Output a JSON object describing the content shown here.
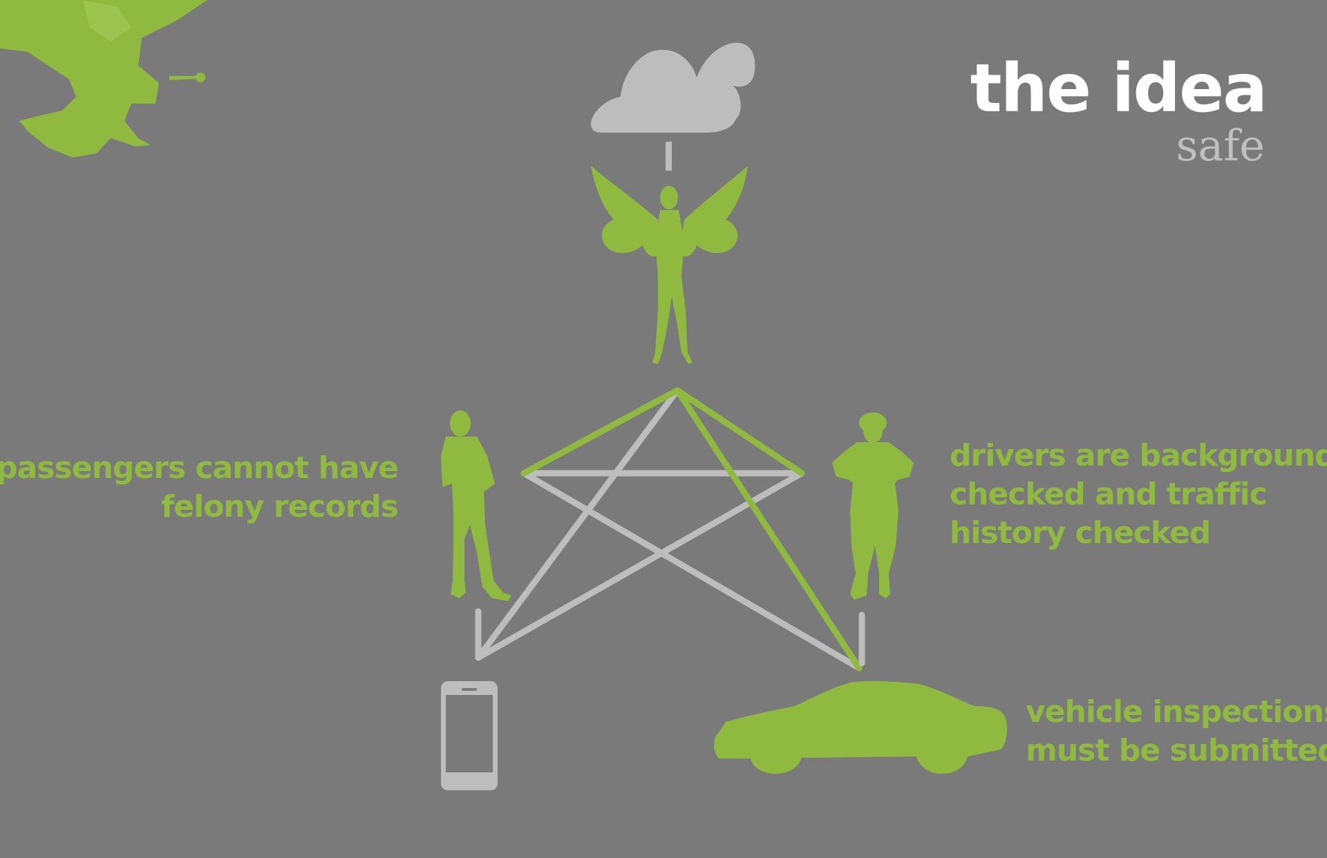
{
  "header": {
    "title": "the idea",
    "subtitle": "safe"
  },
  "captions": {
    "passengers": [
      "passengers cannot have",
      "felony records"
    ],
    "drivers": [
      "drivers are background",
      "checked and traffic",
      "history checked"
    ],
    "vehicle": [
      "vehicle inspections",
      "must be submitted"
    ]
  },
  "colors": {
    "background": "#7a7a7a",
    "accent_green": "#8fba3f",
    "light_gray": "#bdbdbd",
    "title_white": "#ffffff"
  },
  "icons": [
    "fairy-corner-icon",
    "cloud-icon",
    "fairy-icon",
    "passenger-icon",
    "driver-icon",
    "smartphone-icon",
    "car-icon"
  ]
}
